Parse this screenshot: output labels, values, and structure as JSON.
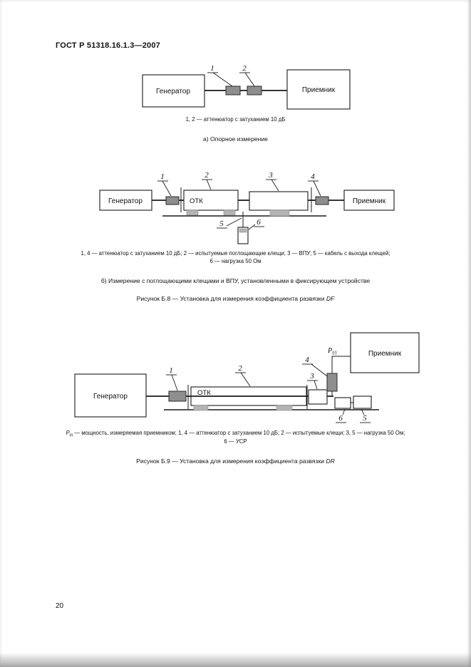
{
  "page": {
    "header": "ГОСТ Р 51318.16.1.3—2007",
    "page_number": "20"
  },
  "figure_a": {
    "generator_label": "Генератор",
    "receiver_label": "Приемник",
    "callouts": {
      "n1": "1",
      "n2": "2"
    },
    "caption": "1, 2 — аттенюатор с затуханием 10 дБ",
    "subtitle": "а)  Опорное измерение"
  },
  "figure_b": {
    "generator_label": "Генератор",
    "otk_label": "ОТК",
    "receiver_label": "Приемник",
    "callouts": {
      "n1": "1",
      "n2": "2",
      "n3": "3",
      "n4": "4",
      "n5": "5",
      "n6": "6"
    },
    "caption_line1": "1, 4 — аттенюатор с затуханием 10 дБ; 2 — испытуемые поглощающие клещи; 3 — ВПУ; 5 — кабель с выхода клещей;",
    "caption_line2": "6 — нагрузка 50 Ом",
    "subtitle": "б)  Измерение с поглощающими клещами и ВПУ, установленными в фиксирующем устройстве",
    "figure_caption_text": "Рисунок Б.8 — Установка для измерения коэффициента развязки ",
    "figure_caption_em": "DF"
  },
  "figure_c": {
    "generator_label": "Генератор",
    "otk_label": "ОТК",
    "receiver_label": "Приемник",
    "power_label": "P",
    "power_label_sub": "f/l",
    "callouts": {
      "n1": "1",
      "n2": "2",
      "n3": "3",
      "n4": "4",
      "n5": "5",
      "n6": "6"
    },
    "caption_p": "P",
    "caption_p_sub": "f/l",
    "caption_line1_rest": " — мощность, измеряемая приемником; 1, 4 — аттенюатор с затуханием 10 дБ; 2 — испытуемые клещи; 3, 5 — нагрузка 50 Ом;",
    "caption_line2": "6 — УСР",
    "figure_caption_text": "Рисунок Б.9 — Установка для измерения коэффициента развязки ",
    "figure_caption_em": "DR"
  }
}
